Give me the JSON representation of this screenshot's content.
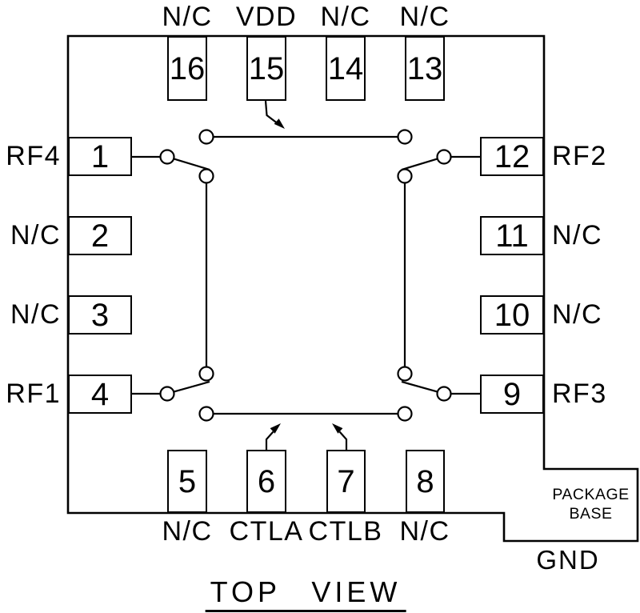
{
  "title": "TOP VIEW",
  "pins": {
    "top": [
      {
        "num": "16",
        "label": "N/C"
      },
      {
        "num": "15",
        "label": "VDD"
      },
      {
        "num": "14",
        "label": "N/C"
      },
      {
        "num": "13",
        "label": "N/C"
      }
    ],
    "left": [
      {
        "num": "1",
        "label": "RF4"
      },
      {
        "num": "2",
        "label": "N/C"
      },
      {
        "num": "3",
        "label": "N/C"
      },
      {
        "num": "4",
        "label": "RF1"
      }
    ],
    "right": [
      {
        "num": "12",
        "label": "RF2"
      },
      {
        "num": "11",
        "label": "N/C"
      },
      {
        "num": "10",
        "label": "N/C"
      },
      {
        "num": "9",
        "label": "RF3"
      }
    ],
    "bottom": [
      {
        "num": "5",
        "label": "N/C"
      },
      {
        "num": "6",
        "label": "CTLA"
      },
      {
        "num": "7",
        "label": "CTLB"
      },
      {
        "num": "8",
        "label": "N/C"
      }
    ]
  },
  "package_base": {
    "line1": "PACKAGE",
    "line2": "BASE",
    "ground_label": "GND"
  },
  "colors": {
    "line": "#000000",
    "background": "#ffffff"
  }
}
